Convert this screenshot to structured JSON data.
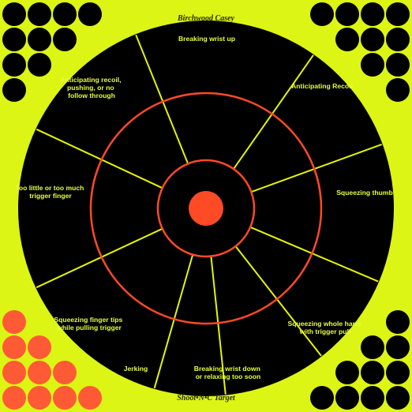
{
  "colors": {
    "background": "#dcf514",
    "black": "#000000",
    "lines": "#e6f500",
    "rings": "#ff4a26",
    "bullseye": "#ff4a26",
    "repair_dot_orange": "#ff5a36"
  },
  "brand_top": "Birchwood Casey",
  "brand_bottom": "Shoot•N•C Target",
  "zones": {
    "top": "Breaking wrist up",
    "top_right": "Anticipating Recoil",
    "right": "Squeezing thumb",
    "bottom_right": [
      "Squeezing whole hand",
      "with trigger pull"
    ],
    "bottom_center": [
      "Breaking wrist down",
      "or relaxing too soon"
    ],
    "bottom_left_small": "Jerking",
    "lower_left": [
      "Squeezing finger tips",
      "while pulling trigger"
    ],
    "left": [
      "Too little or too much",
      "trigger finger"
    ],
    "upper_left": [
      "Anticipating recoil,",
      "pushing, or no",
      "follow through"
    ]
  }
}
